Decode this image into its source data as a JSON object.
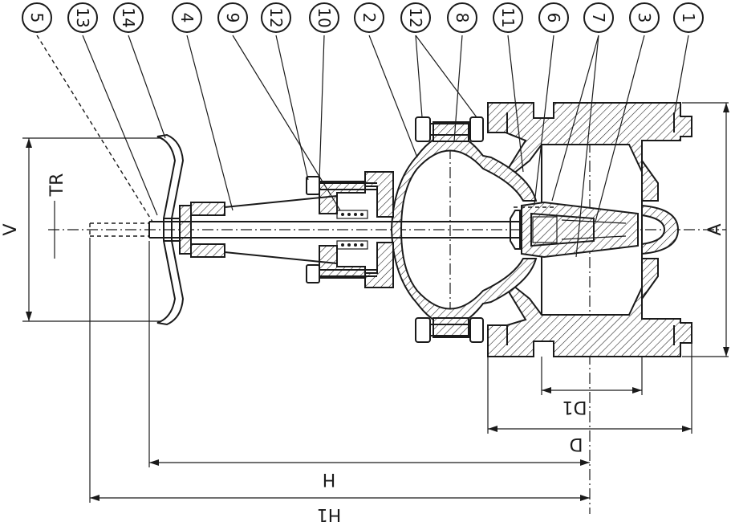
{
  "callouts": [
    {
      "id": "c5",
      "label": "5"
    },
    {
      "id": "c13",
      "label": "13"
    },
    {
      "id": "c14",
      "label": "14"
    },
    {
      "id": "c4",
      "label": "4"
    },
    {
      "id": "c9",
      "label": "9"
    },
    {
      "id": "c12a",
      "label": "12"
    },
    {
      "id": "c10",
      "label": "10"
    },
    {
      "id": "c2",
      "label": "2"
    },
    {
      "id": "c12b",
      "label": "12"
    },
    {
      "id": "c8",
      "label": "8"
    },
    {
      "id": "c11",
      "label": "11"
    },
    {
      "id": "c6",
      "label": "6"
    },
    {
      "id": "c7",
      "label": "7"
    },
    {
      "id": "c3",
      "label": "3"
    },
    {
      "id": "c1",
      "label": "1"
    }
  ],
  "dimensions": {
    "V": "V",
    "TR": "TR",
    "A": "A",
    "D1": "D1",
    "D": "D",
    "H": "H",
    "H1": "H1"
  }
}
